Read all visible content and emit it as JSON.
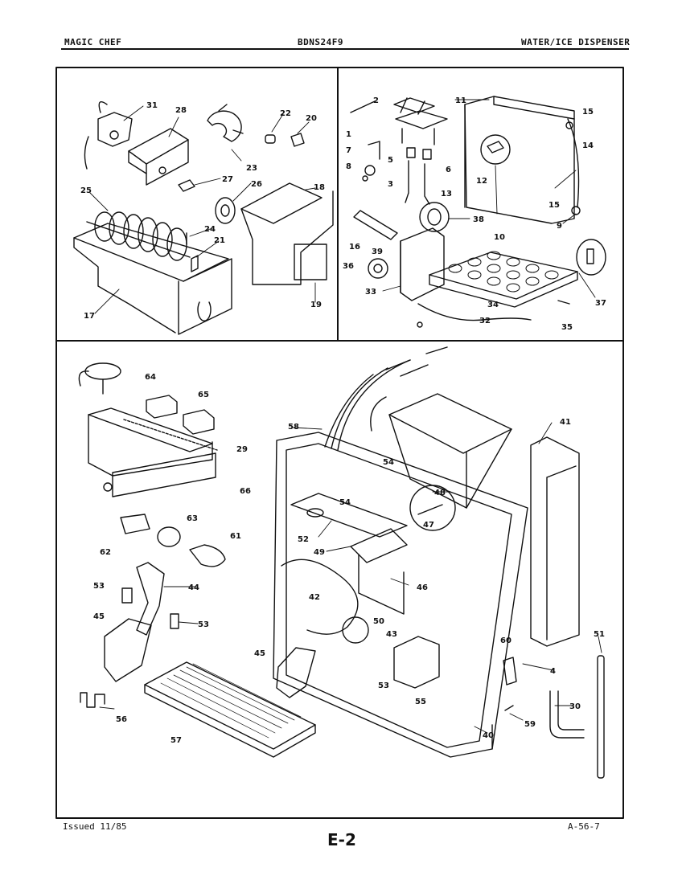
{
  "header": {
    "brand": "MAGIC CHEF",
    "model": "BDNS24F9",
    "section": "WATER/ICE DISPENSER"
  },
  "footer": {
    "issued": "Issued 11/85",
    "page": "E-2",
    "ref": "A-56-7"
  },
  "callouts": {
    "panel_top_left": [
      "31",
      "28",
      "22",
      "20",
      "23",
      "27",
      "26",
      "18",
      "25",
      "24",
      "21",
      "17",
      "19"
    ],
    "panel_top_right": [
      "2",
      "11",
      "15",
      "1",
      "14",
      "7",
      "5",
      "6",
      "8",
      "3",
      "13",
      "12",
      "15",
      "38",
      "9",
      "10",
      "16",
      "39",
      "36",
      "37",
      "33",
      "34",
      "32",
      "35"
    ],
    "panel_bottom": [
      "64",
      "65",
      "29",
      "66",
      "58",
      "54",
      "41",
      "48",
      "52",
      "54",
      "47",
      "49",
      "63",
      "61",
      "62",
      "53",
      "44",
      "46",
      "42",
      "45",
      "53",
      "50",
      "43",
      "45",
      "53",
      "55",
      "60",
      "51",
      "4",
      "30",
      "59",
      "56",
      "57",
      "40"
    ]
  }
}
